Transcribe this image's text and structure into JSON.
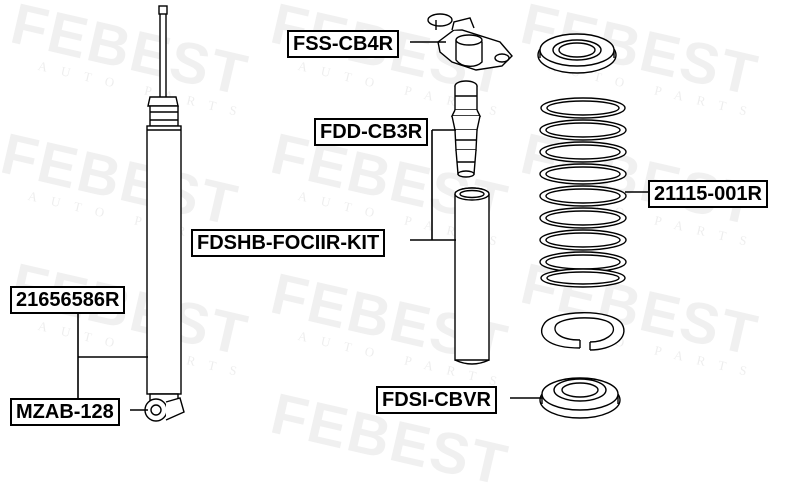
{
  "watermark": {
    "brand": "FEBEST",
    "sub": "AUTO PARTS"
  },
  "parts": {
    "top_mount": "FSS-CB4R",
    "bump_stop": "FDD-CB3R",
    "dust_boot_kit": "FDSHB-FOCIIR-KIT",
    "coil_spring": "21115-001R",
    "shock_absorber": "21656586R",
    "bushing": "MZAB-128",
    "spring_seat": "FDSI-CBVR"
  }
}
